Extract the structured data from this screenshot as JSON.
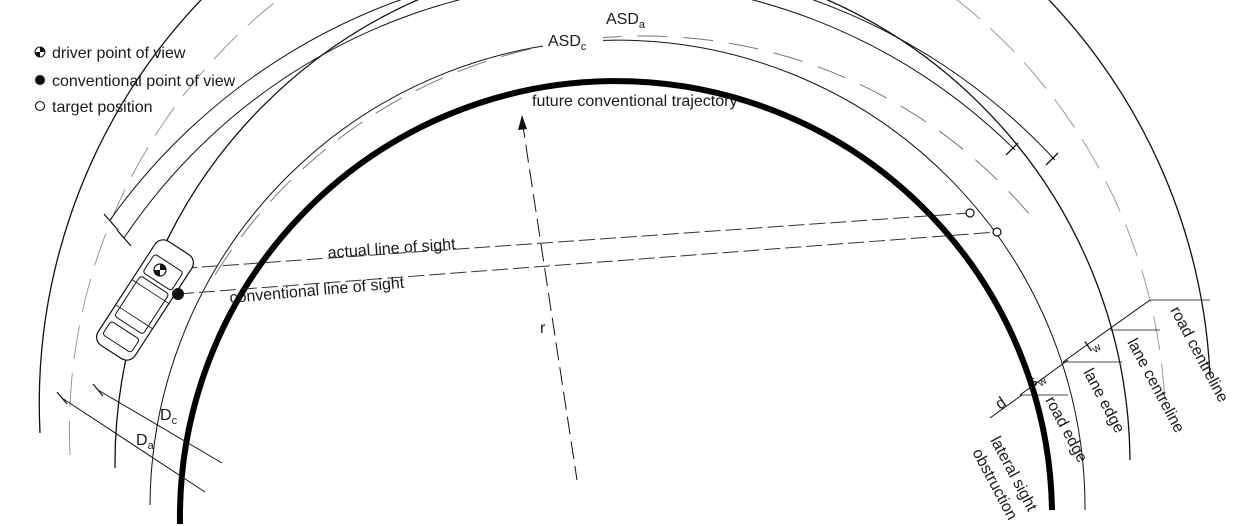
{
  "legend": [
    {
      "symbol": "driver-point-icon",
      "label": "driver point of view"
    },
    {
      "symbol": "conventional-point-icon",
      "label": "conventional point of view"
    },
    {
      "symbol": "target-position-icon",
      "label": "target position"
    }
  ],
  "labels": {
    "asd_a_main": "ASD",
    "asd_a_sub": "a",
    "asd_c_main": "ASD",
    "asd_c_sub": "c",
    "future_trajectory": "future conventional trajectory",
    "actual_line": "actual line of sight",
    "conventional_line": "conventional line of sight",
    "radius": "r",
    "d_c_main": "D",
    "d_c_sub": "c",
    "d_a_main": "D",
    "d_a_sub": "a",
    "l_w_main": "l",
    "l_w_sub": "w",
    "s_w_main": "s",
    "s_w_sub": "w",
    "d_lat": "d",
    "road_centreline": "road centreline",
    "lane_centreline": "lane centreline",
    "lane_edge": "lane edge",
    "road_edge": "road edge",
    "lateral_obstruction_1": "lateral sight",
    "lateral_obstruction_2": "obstruction"
  }
}
